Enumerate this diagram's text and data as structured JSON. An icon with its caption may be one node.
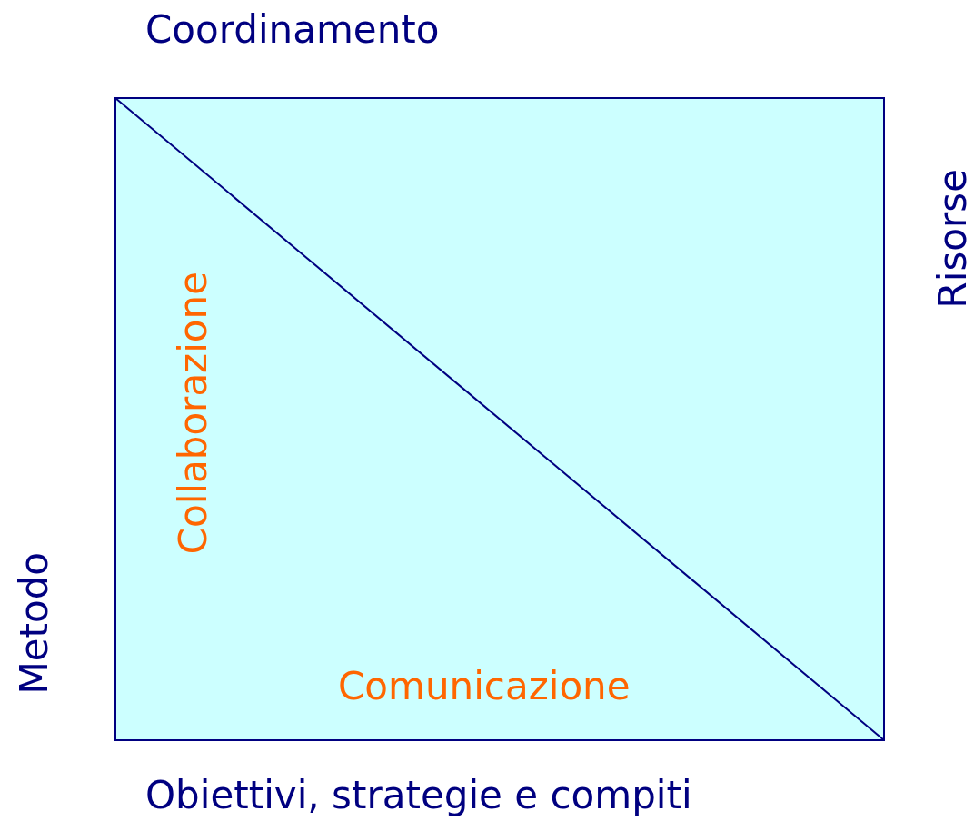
{
  "diagram": {
    "nodes": [
      {
        "text": [
          "Collaborazione",
          "Comunicazione"
        ]
      }
    ],
    "labels": [
      "Coordinamento",
      "Risorse",
      "Metodo",
      "Obiettivi, strategie e compiti"
    ]
  }
}
